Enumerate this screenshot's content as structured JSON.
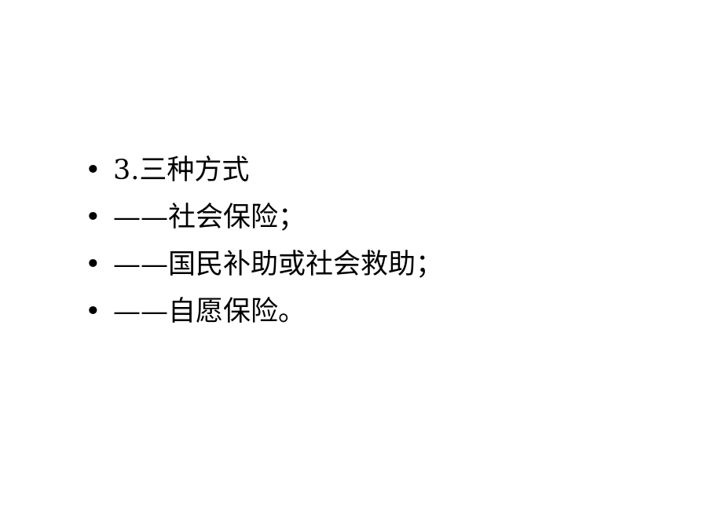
{
  "slide": {
    "bullet_symbol": "•",
    "items": [
      {
        "text": "3.三种方式"
      },
      {
        "text": "——社会保险；"
      },
      {
        "text": "——国民补助或社会救助；"
      },
      {
        "text": "——自愿保险。"
      }
    ]
  }
}
